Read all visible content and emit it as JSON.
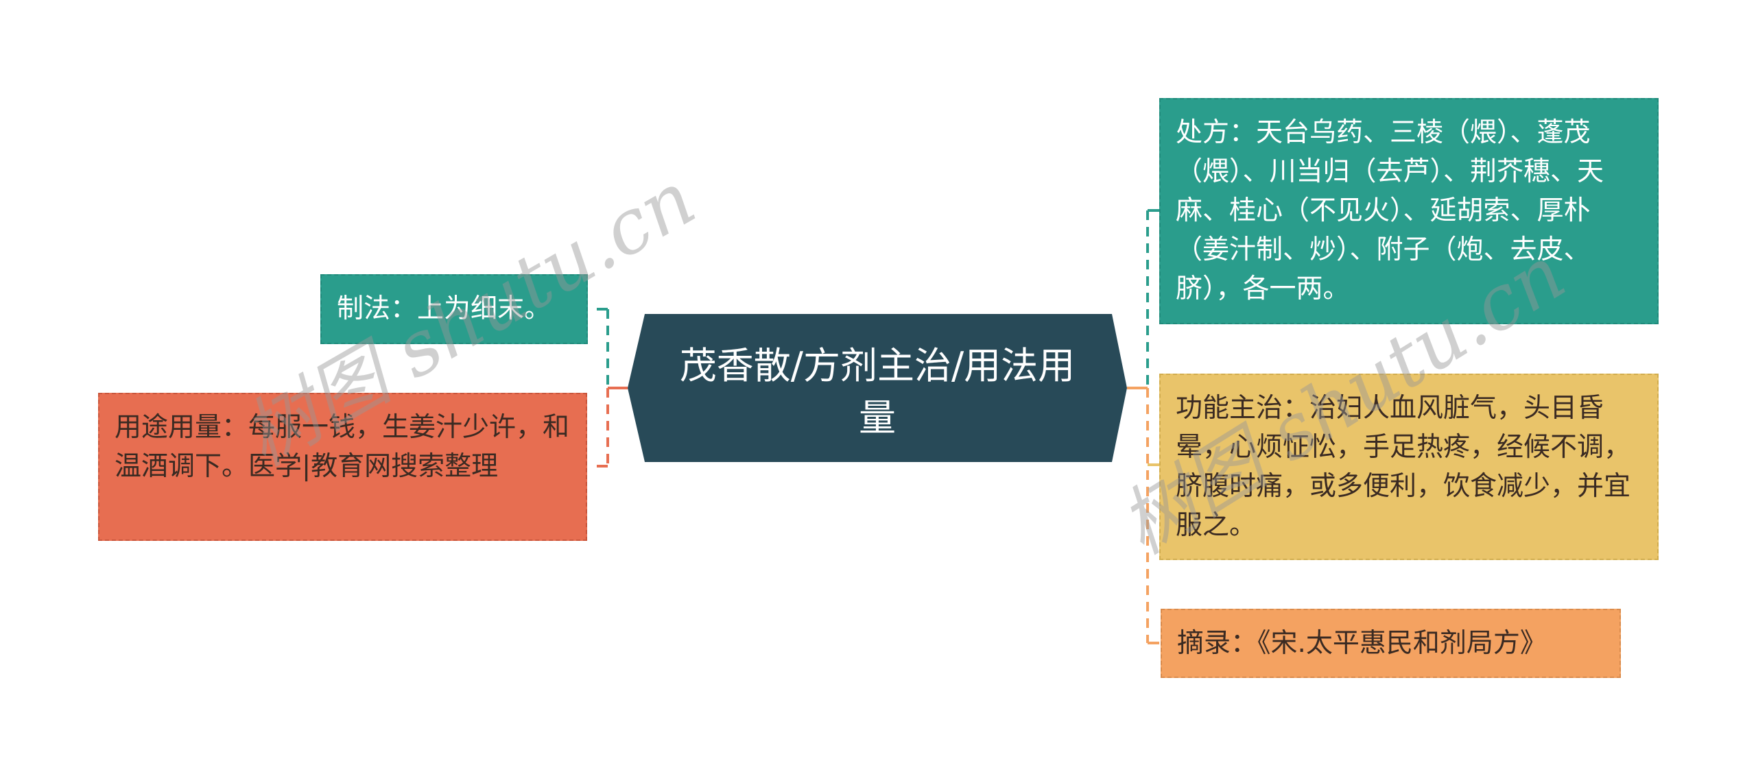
{
  "colors": {
    "root_bg": "#284a58",
    "teal": "#2a9d8c",
    "red": "#e76e51",
    "yellow": "#e9c46a",
    "orange": "#f4a261",
    "dark_text": "#3a2a22",
    "light_text": "#ffffff"
  },
  "root": {
    "title": "茂香散/方剂主治/用法用量"
  },
  "left_branches": [
    {
      "label": "制法：上为细末。",
      "color": "teal"
    },
    {
      "label": "用途用量：每服一钱，生姜汁少许，和温酒调下。医学|教育网搜索整理",
      "color": "red"
    }
  ],
  "right_branches": [
    {
      "label": "处方：天台乌药、三棱（煨）、蓬茂（煨）、川当归（去芦）、荆芥穗、天麻、桂心（不见火）、延胡索、厚朴（姜汁制、炒）、附子（炮、去皮、脐），各一两。",
      "color": "teal"
    },
    {
      "label": "功能主治：治妇人血风脏气，头目昏晕，心烦怔忪，手足热疼，经候不调，脐腹时痛，或多便利，饮食减少，并宜服之。",
      "color": "yellow"
    },
    {
      "label": "摘录：《宋.太平惠民和剂局方》",
      "color": "orange"
    }
  ],
  "watermarks": [
    {
      "text": "树图 shutu.cn"
    },
    {
      "text": "树图 shutu.cn"
    }
  ]
}
